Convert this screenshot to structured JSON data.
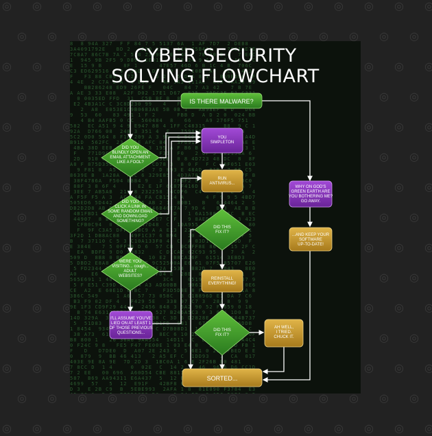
{
  "title_line1": "CYBER SECURITY",
  "title_line2": "SOLVING FLOWCHART",
  "nodes": {
    "start": [
      "IS THERE MALWARE?"
    ],
    "q_email": [
      "DID YOU",
      "BLINDLY OPEN AN",
      "EMAIL ATTACHMENT",
      "LIKE A FOOL?"
    ],
    "q_link": [
      "DID YOU",
      "CLICK A LINK IN",
      "SOME RANDOM EMAIL",
      "AND DOWNLOAD",
      "SOMETHING?"
    ],
    "q_visit": [
      "WERE YOU",
      "VISITING... cough...",
      "ADULT",
      "WEBSITES?"
    ],
    "assume": [
      "I'LL ASSUME YOU'VE",
      "LIED ON AT LEAST 1",
      "OF THOSE PREVIOUS",
      "QUESTIONS..."
    ],
    "simpleton": [
      "YOU",
      "SIMPLETON"
    ],
    "run_av": [
      "RUN",
      "ANTIVIRUS..."
    ],
    "fix1": [
      "DID THIS",
      "FIX IT?"
    ],
    "reinstall": [
      "REINSTALL",
      "EVERYTHING!"
    ],
    "fix2": [
      "DID THIS",
      "FIX IT?"
    ],
    "tried": [
      "AH WELL,",
      "I TRIED.",
      "CHUCK IT."
    ],
    "why": [
      "WHY ON GOD'S",
      "GREEN EARTH ARE",
      "YOU BOTHERING ME?",
      "GO AWAY."
    ],
    "keep": [
      "...AND KEEP YOUR",
      "SOFTWARE",
      "UP-TO-DATE!"
    ],
    "sorted": [
      "SORTED..."
    ]
  },
  "colors": {
    "green": "#3c9a2c",
    "purple": "#8a36c0",
    "gold": "#c79a2e",
    "line": "#ffffff"
  }
}
